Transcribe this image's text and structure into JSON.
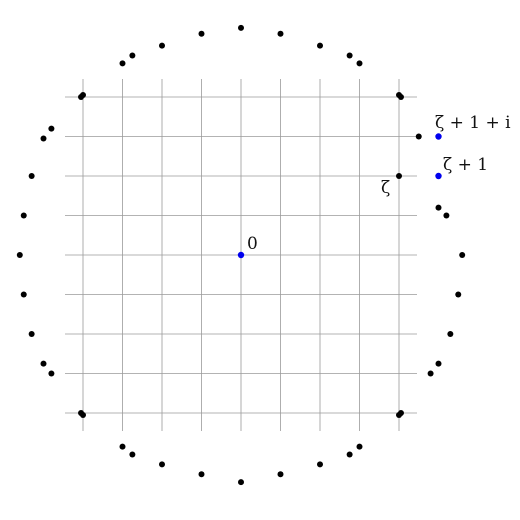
{
  "labels": {
    "origin": "0",
    "zeta": "ζ",
    "zeta_plus_one": "ζ + 1",
    "zeta_plus_one_plus_i": "ζ + 1 + i"
  },
  "colors": {
    "grid": "#9a9a9a",
    "points": "#000000",
    "highlight": "#0000ee",
    "background": "#ffffff"
  },
  "lattice": {
    "grid_columns": [
      -4,
      -3,
      -2,
      -1,
      0,
      1,
      2,
      3,
      4
    ],
    "grid_rows": [
      -4,
      -3,
      -2,
      -1,
      0,
      1,
      2,
      3,
      4
    ],
    "highlighted_points": [
      {
        "name": "origin",
        "x": 0,
        "y": 0
      },
      {
        "name": "zeta-plus-one",
        "x": 5,
        "y": 2
      },
      {
        "name": "zeta-plus-one-plus-i",
        "x": 5,
        "y": 3
      }
    ],
    "zeta_point": {
      "x": 4,
      "y": 2
    },
    "boundary_points": [
      [
        0,
        5.75
      ],
      [
        1,
        5.6
      ],
      [
        2,
        5.3
      ],
      [
        2.75,
        5.05
      ],
      [
        3,
        4.85
      ],
      [
        4,
        4.05
      ],
      [
        4.05,
        4.0
      ],
      [
        4.5,
        3.0
      ],
      [
        5,
        2.0
      ],
      [
        5,
        1.2
      ],
      [
        5.2,
        1.0
      ],
      [
        5.6,
        0
      ],
      [
        5.5,
        -1.0
      ],
      [
        5.3,
        -2.0
      ],
      [
        5,
        -2.75
      ],
      [
        4.8,
        -3.0
      ],
      [
        4.05,
        -4.0
      ],
      [
        4,
        -4.05
      ],
      [
        3,
        -4.85
      ],
      [
        2.75,
        -5.05
      ],
      [
        2,
        -5.3
      ],
      [
        1,
        -5.55
      ],
      [
        0,
        -5.75
      ],
      [
        -1,
        -5.55
      ],
      [
        -2,
        -5.3
      ],
      [
        -2.75,
        -5.05
      ],
      [
        -3,
        -4.85
      ],
      [
        -4,
        -4.05
      ],
      [
        -4.05,
        -4.0
      ],
      [
        -4.8,
        -3.0
      ],
      [
        -5,
        -2.75
      ],
      [
        -5.3,
        -2.0
      ],
      [
        -5.5,
        -1.0
      ],
      [
        -5.6,
        0
      ],
      [
        -5.5,
        1.0
      ],
      [
        -5.3,
        2.0
      ],
      [
        -5,
        2.95
      ],
      [
        -4.8,
        3.2
      ],
      [
        -4.05,
        4.0
      ],
      [
        -4,
        4.05
      ],
      [
        -3,
        4.85
      ],
      [
        -2.75,
        5.05
      ],
      [
        -2,
        5.3
      ],
      [
        -1,
        5.6
      ]
    ]
  }
}
